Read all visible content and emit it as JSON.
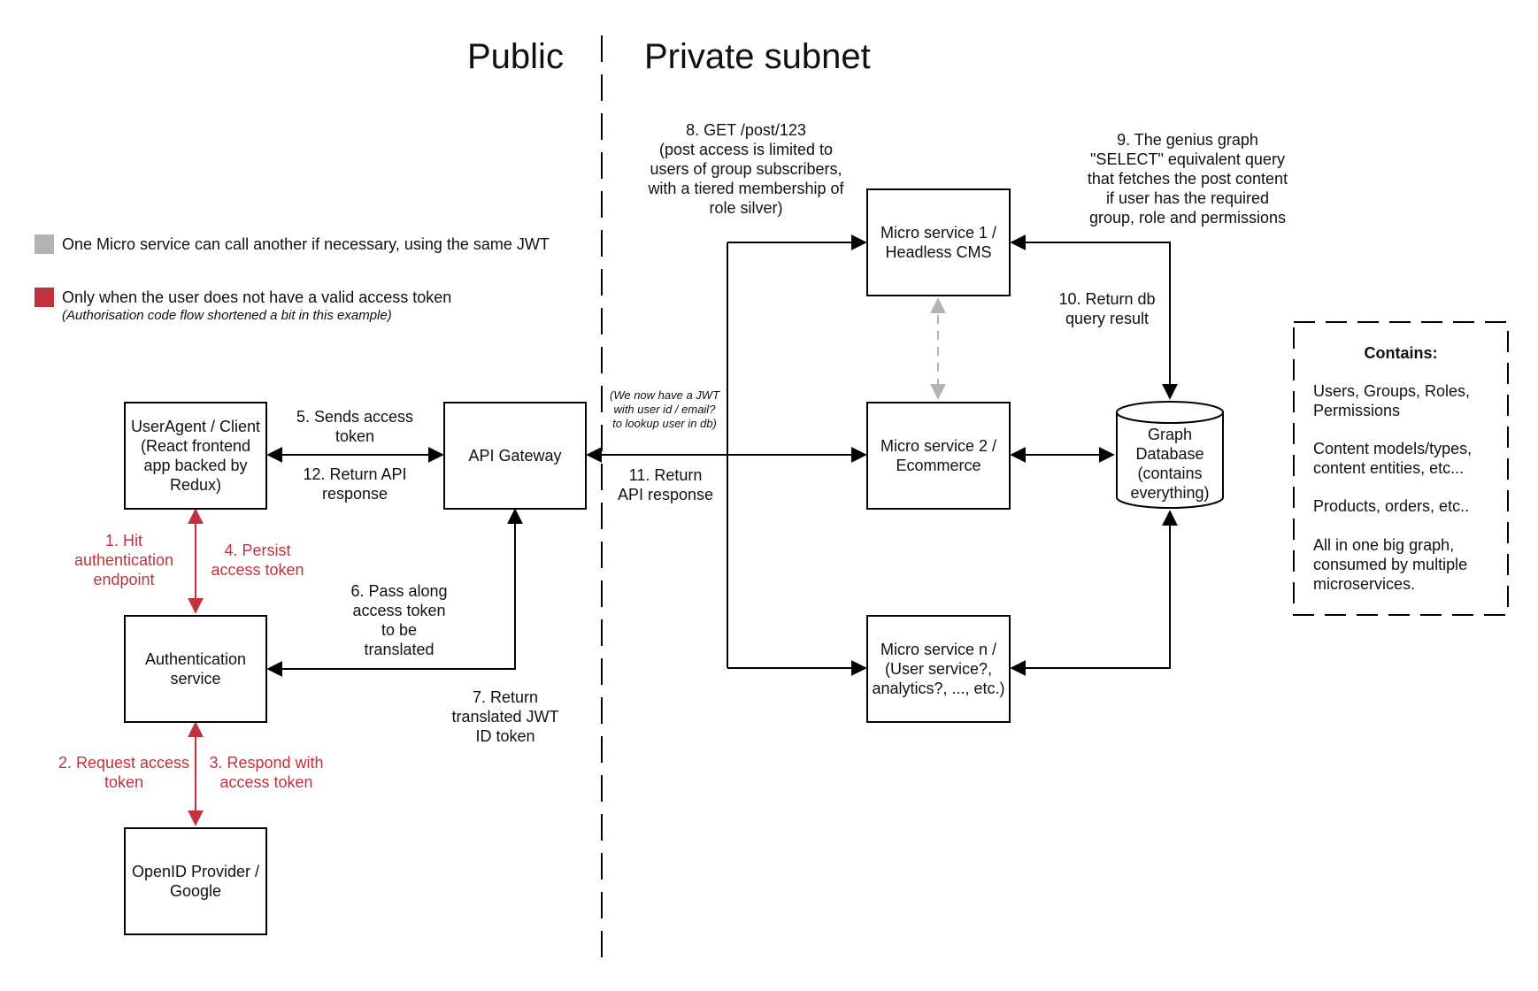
{
  "headings": {
    "public": "Public",
    "private": "Private subnet"
  },
  "legend": {
    "gray_text": "One Micro service can call another if necessary, using the same JWT",
    "red_text": "Only when the user does not have a valid access token",
    "red_note": "(Authorisation code flow shortened a bit in this example)",
    "gray_color": "#b3b3b3",
    "red_color": "#c1323f"
  },
  "nodes": {
    "useragent": "UserAgent / Client\n(React frontend\napp backed by\nRedux)",
    "api_gateway": "API Gateway",
    "auth_service": "Authentication\nservice",
    "openid": "OpenID Provider /\nGoogle",
    "ms1": "Micro service 1 /\nHeadless CMS",
    "ms2": "Micro service 2 /\nEcommerce",
    "msn": "Micro service n /\n(User service?,\nanalytics?, ..., etc.)",
    "graph_db": "Graph\nDatabase\n(contains\neverything)"
  },
  "labels": {
    "step1": "1. Hit\nauthentication\nendpoint",
    "step2": "2. Request access\ntoken",
    "step3": "3. Respond with\naccess token",
    "step4": "4. Persist\naccess token",
    "step5": "5. Sends access\ntoken",
    "step6": "6. Pass along\naccess token\nto be\ntranslated",
    "step7": "7. Return\ntranslated JWT\nID token",
    "step8": "8. GET /post/123\n(post access is limited to\nusers of group subscribers,\nwith a tiered membership of\nrole silver)",
    "step9": "9. The genius graph\n\"SELECT\" equivalent query\nthat fetches the post content\nif user has the required\ngroup, role and permissions",
    "step10": "10. Return db\nquery result",
    "step11": "11. Return\nAPI response",
    "step12": "12. Return API\nresponse",
    "jwt_note": "(We now have a JWT\nwith user id / email?\nto lookup user in db)"
  },
  "contains": {
    "title": "Contains:",
    "items": [
      "Users, Groups, Roles,\nPermissions",
      "Content models/types,\ncontent entities, etc...",
      "Products, orders, etc..",
      "All in one big graph,\nconsumed by multiple\nmicroservices."
    ]
  }
}
